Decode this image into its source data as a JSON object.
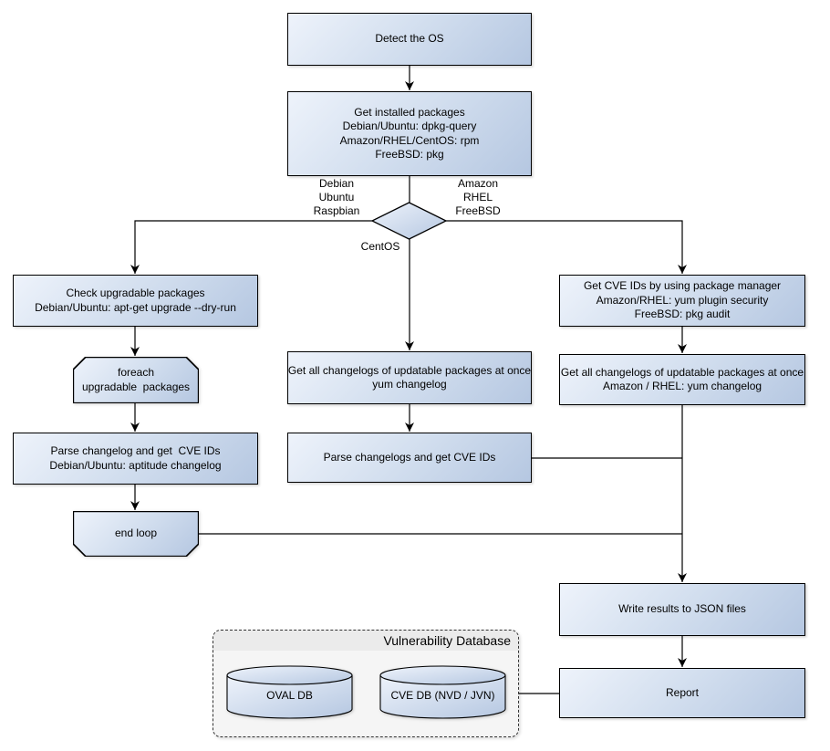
{
  "diagram": {
    "nodes": {
      "detect_os": {
        "lines": [
          "Detect the OS"
        ]
      },
      "get_installed_packages": {
        "lines": [
          "Get installed packages",
          "Debian/Ubuntu: dpkg-query",
          "Amazon/RHEL/CentOS: rpm",
          "FreeBSD: pkg"
        ]
      },
      "check_upgradable": {
        "lines": [
          "Check upgradable packages",
          "Debian/Ubuntu: apt-get upgrade --dry-run"
        ]
      },
      "foreach_loop": {
        "lines": [
          "foreach",
          "upgradable  packages"
        ]
      },
      "parse_changelog_deb": {
        "lines": [
          "Parse changelog and get  CVE IDs",
          "Debian/Ubuntu: aptitude changelog"
        ]
      },
      "end_loop": {
        "lines": [
          "end loop"
        ]
      },
      "get_changelogs_centos": {
        "lines": [
          "Get all changelogs of updatable packages at once",
          "yum changelog"
        ]
      },
      "parse_changelogs": {
        "lines": [
          "Parse changelogs and get CVE IDs"
        ]
      },
      "get_cve_ids_pkg_mgr": {
        "lines": [
          "Get CVE IDs by using package manager",
          "Amazon/RHEL: yum plugin security",
          "FreeBSD: pkg audit"
        ]
      },
      "get_changelogs_amazon": {
        "lines": [
          "Get all changelogs of updatable packages at once",
          "Amazon / RHEL: yum changelog"
        ]
      },
      "write_results": {
        "lines": [
          "Write results to JSON files"
        ]
      },
      "report": {
        "lines": [
          "Report"
        ]
      }
    },
    "branch_labels": {
      "left": [
        "Debian",
        "Ubuntu",
        "Raspbian"
      ],
      "right": [
        "Amazon",
        "RHEL",
        "FreeBSD"
      ],
      "bottom": "CentOS"
    },
    "database": {
      "title": "Vulnerability Database",
      "cylinders": [
        {
          "label": "OVAL DB"
        },
        {
          "label": "CVE DB (NVD / JVN)"
        }
      ]
    },
    "colors": {
      "node_gradient_start": "#eef3fb",
      "node_gradient_end": "#b5c7e1",
      "node_border": "#000000",
      "connector": "#000000",
      "container_body": "#f5f5f5",
      "container_header": "#ebebeb",
      "container_border": "#333333"
    }
  }
}
